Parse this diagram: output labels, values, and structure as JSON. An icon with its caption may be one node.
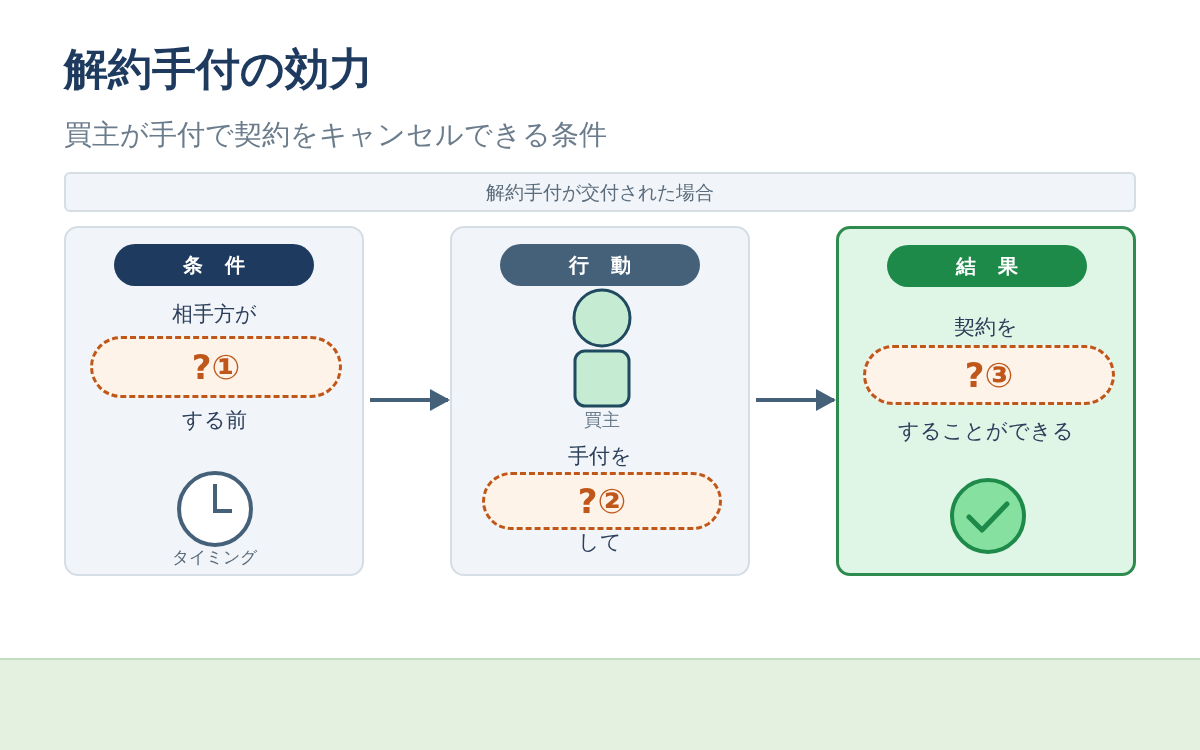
{
  "diagram": {
    "title": "解約手付の効力",
    "nodes": [
      {
        "text": [
          "解約手付が交付された場合"
        ]
      },
      {
        "text": [
          "条件",
          "相手方が",
          "する前",
          "タイミング"
        ]
      },
      {
        "text": [
          "?①"
        ],
        "in": 1
      },
      {
        "text": [
          "行動",
          "手付を",
          "して"
        ]
      },
      {
        "text": [
          "買主"
        ],
        "in": 3
      },
      {
        "text": [
          "?②"
        ],
        "in": 3
      },
      {
        "text": [
          "結果",
          "契約を",
          "することができる"
        ]
      },
      {
        "text": [
          "?③"
        ],
        "in": 6
      }
    ],
    "edges": [
      {
        "from": 1,
        "to": 3,
        "arrow": "to"
      },
      {
        "from": 3,
        "to": 6,
        "arrow": "to"
      }
    ],
    "labels": [
      "買主が手付で契約をキャンセルできる条件"
    ]
  }
}
